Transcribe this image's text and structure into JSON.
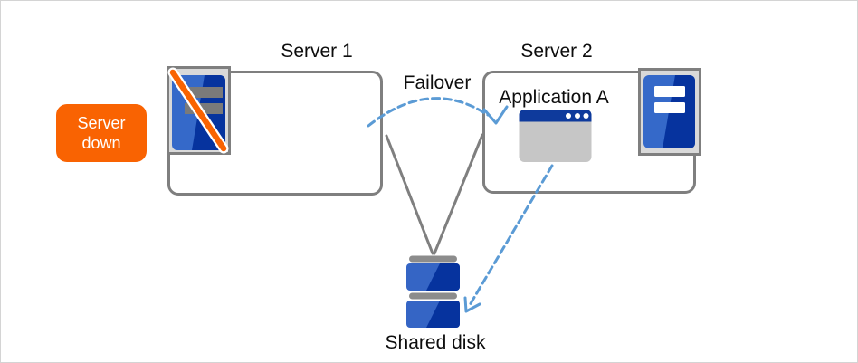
{
  "labels": {
    "server1": "Server 1",
    "server2": "Server 2",
    "failover": "Failover",
    "application": "Application A",
    "shared_disk": "Shared disk"
  },
  "badge": {
    "line1": "Server",
    "line2": "down"
  },
  "icons": {
    "server1": "server-down-icon",
    "server2": "server-icon",
    "application": "application-window-icon",
    "shared_disk": "shared-disk-icon",
    "failover_arrow": "failover-dashed-arrow",
    "data_path_arrow": "app-to-disk-dashed-arrow"
  },
  "colors": {
    "box_border_gray": "#7f7f7f",
    "connector_gray": "#7f7f7f",
    "dashed_arrow_blue": "#5b9bd5",
    "server_blue_light": "#3569c9",
    "server_blue_dark": "#06339e",
    "icon_frame_bg": "#d9d9d9",
    "disabled_bar_gray": "#7a7a7a",
    "alert_orange": "#f96302",
    "window_title_blue": "#0e3a9c",
    "window_body_gray": "#c6c6c6",
    "disk_cap_gray": "#8c8c8c",
    "canvas_border": "#d4d4d4",
    "text_color": "#0d0d0d"
  }
}
